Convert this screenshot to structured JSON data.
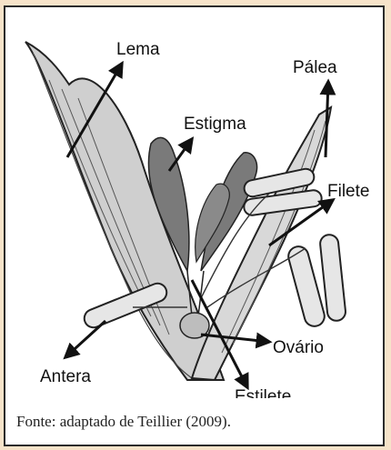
{
  "labels": {
    "lema": "Lema",
    "palea": "Pálea",
    "estigma": "Estigma",
    "filete": "Filete",
    "antera": "Antera",
    "ovario": "Ovário",
    "estilete": "Estilete"
  },
  "caption": "Fonte: adaptado de Teillier (2009)."
}
